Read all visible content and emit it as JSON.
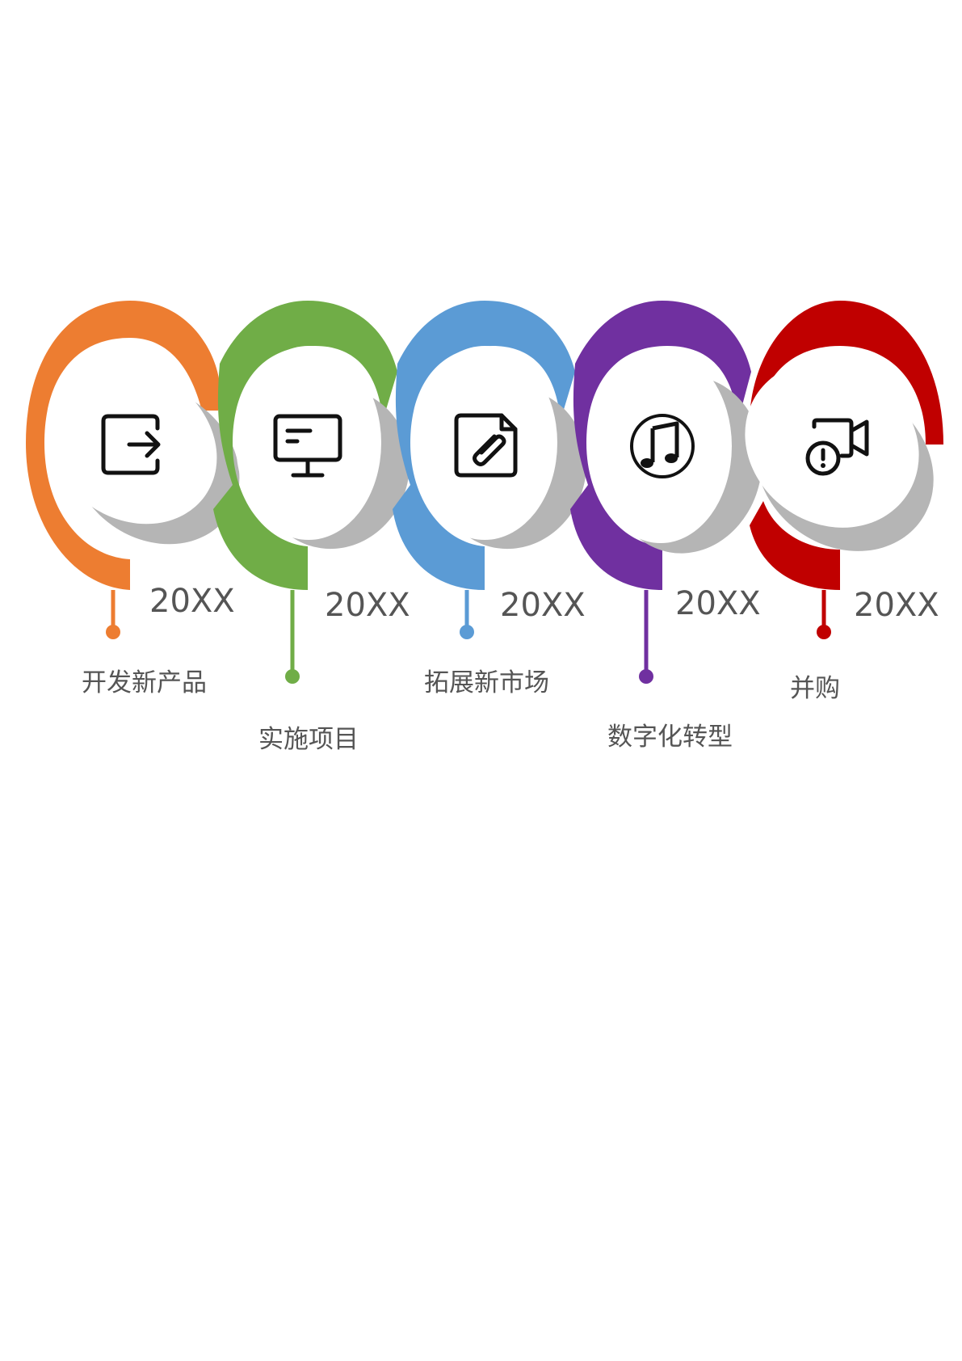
{
  "steps": [
    {
      "year": "20XX",
      "label": "开发新产品",
      "color": "#ED7D31",
      "icon": "exit-arrow-icon"
    },
    {
      "year": "20XX",
      "label": "实施项目",
      "color": "#70AD47",
      "icon": "monitor-icon"
    },
    {
      "year": "20XX",
      "label": "拓展新市场",
      "color": "#5B9BD5",
      "icon": "document-edit-icon"
    },
    {
      "year": "20XX",
      "label": "数字化转型",
      "color": "#7030A0",
      "icon": "music-note-icon"
    },
    {
      "year": "20XX",
      "label": "并购",
      "color": "#C00000",
      "icon": "video-alert-icon"
    }
  ],
  "shadow_color": "#B5B5B5"
}
